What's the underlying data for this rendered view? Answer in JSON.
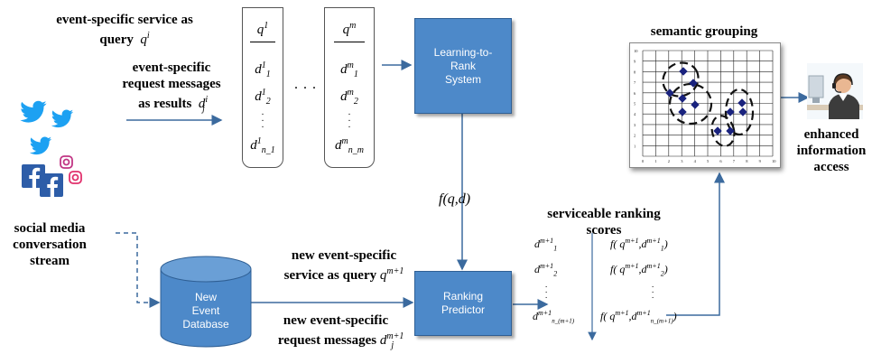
{
  "left": {
    "query_label": "event-specific service as",
    "query_label2": "query",
    "query_var": "q",
    "query_sup": "i",
    "results_line1": "event-specific",
    "results_line2": "request messages",
    "results_line3": "as results",
    "results_var": "d",
    "results_sup": "i",
    "results_sub": "j",
    "stream_line1": "social media",
    "stream_line2": "conversation",
    "stream_line3": "stream"
  },
  "qcol1": {
    "head_var": "q",
    "head_sup": "1",
    "items": [
      {
        "v": "d",
        "sup": "1",
        "sub": "1"
      },
      {
        "v": "d",
        "sup": "1",
        "sub": "2"
      }
    ],
    "last": {
      "v": "d",
      "sup": "1",
      "sub": "n_1"
    }
  },
  "qcol2": {
    "head_var": "q",
    "head_sup": "m",
    "items": [
      {
        "v": "d",
        "sup": "m",
        "sub": "1"
      },
      {
        "v": "d",
        "sup": "m",
        "sub": "2"
      }
    ],
    "last": {
      "v": "d",
      "sup": "m",
      "sub": "n_m"
    }
  },
  "between_dots": ". . .",
  "ltr_box": "Learning-to-Rank System",
  "ltr_box_lines": [
    "Learning-to-",
    "Rank",
    "System"
  ],
  "f_label": "f(q,d)",
  "predictor_lines": [
    "Ranking",
    "Predictor"
  ],
  "db_lines": [
    "New",
    "Event",
    "Database"
  ],
  "new_query_line1": "new event-specific",
  "new_query_line2": "service as query",
  "new_query_var": "q",
  "new_query_sup": "m+1",
  "new_req_line1": "new event-specific",
  "new_req_line2": "request messages",
  "new_req_var": "d",
  "new_req_sup": "m+1",
  "new_req_sub": "j",
  "scores_title1": "serviceable ranking",
  "scores_title2": "scores",
  "scores": [
    {
      "d": "d",
      "dsup": "m+1",
      "dsub": "1",
      "f": "f(",
      "q": "q",
      "qsup": "m+1",
      "dd": "d",
      "ddsup": "m+1",
      "ddsub": "1",
      "close": ")"
    },
    {
      "d": "d",
      "dsup": "m+1",
      "dsub": "2",
      "f": "f(",
      "q": "q",
      "qsup": "m+1",
      "dd": "d",
      "ddsup": "m+1",
      "ddsub": "2",
      "close": ")"
    }
  ],
  "scores_last": {
    "d": "d",
    "dsup": "m+1",
    "dsub": "n_(m+1)",
    "f": "f(",
    "q": "q",
    "qsup": "m+1",
    "dd": "d",
    "ddsup": "m+1",
    "ddsub": "n_(m+1)",
    "close": ")"
  },
  "grouping_title": "semantic grouping",
  "grid_x_ticks": [
    "0",
    "1",
    "2",
    "3",
    "4",
    "5",
    "6",
    "7",
    "8",
    "9",
    "10"
  ],
  "grid_y_ticks": [
    "10",
    "9",
    "8",
    "7",
    "6",
    "5",
    "4",
    "3",
    "2",
    "1"
  ],
  "enhanced_line1": "enhanced",
  "enhanced_line2": "information",
  "enhanced_line3": "access",
  "colors": {
    "box": "#4d89c9",
    "arrow": "#2f5f94",
    "twitter": "#1da1f2",
    "facebook": "#2d5da8",
    "instagram": "#c13584",
    "diamond": "#1a237e"
  },
  "icons": [
    "twitter-icon",
    "facebook-icon",
    "instagram-icon",
    "customer-service-agent-icon"
  ]
}
